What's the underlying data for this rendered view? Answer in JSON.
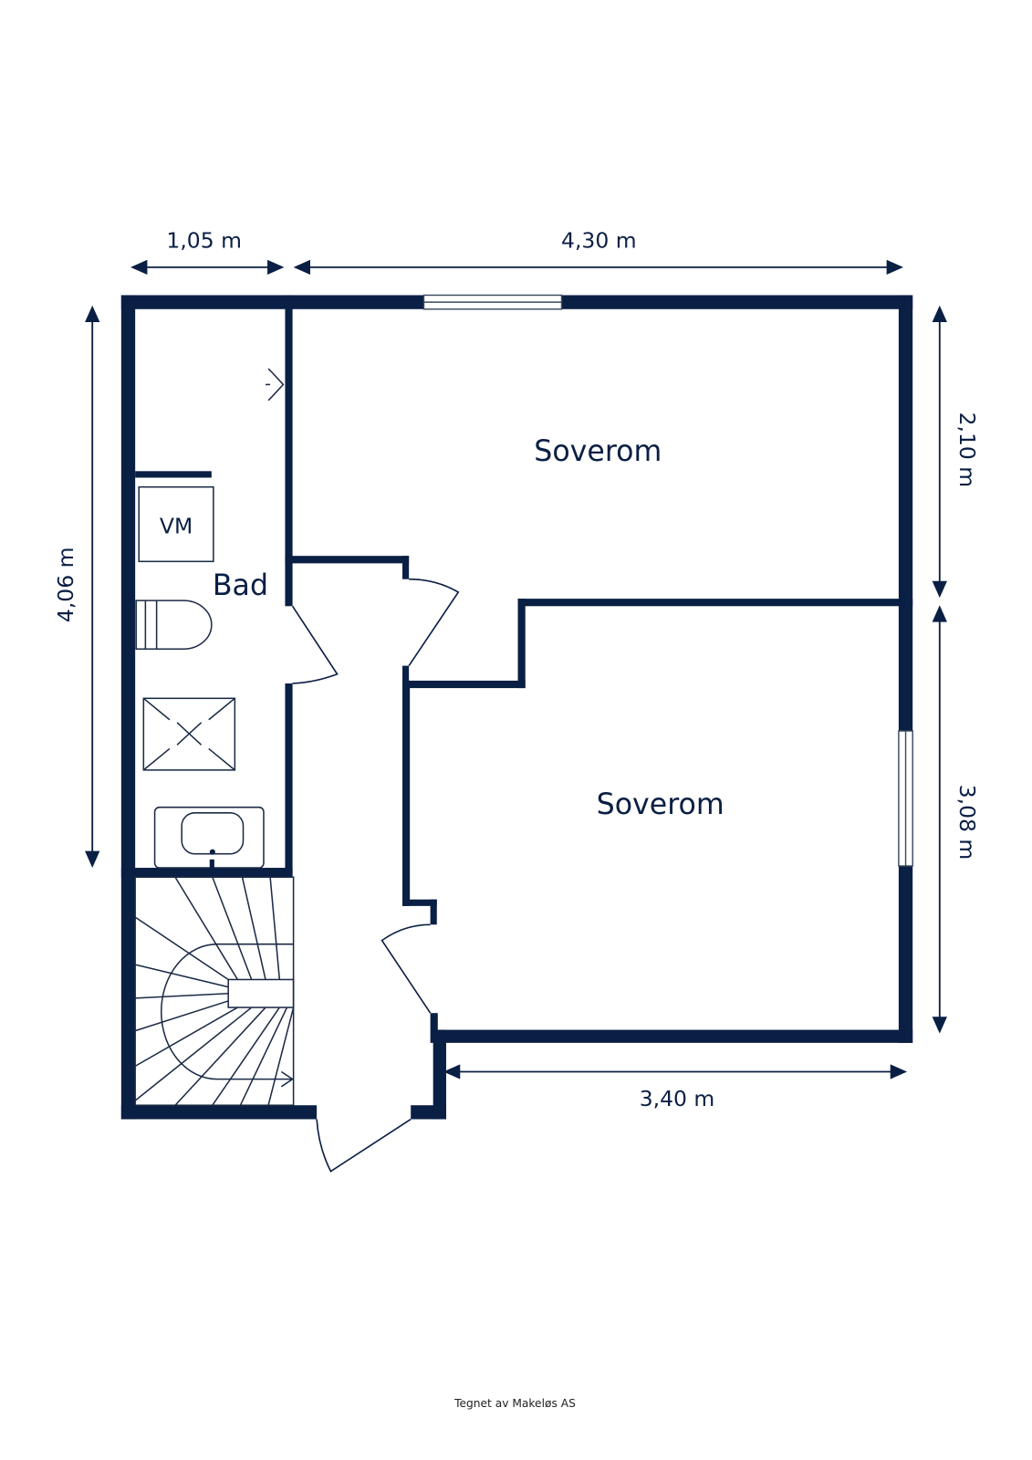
{
  "rooms": {
    "bedroom_upper": {
      "label": "Soverom"
    },
    "bedroom_lower": {
      "label": "Soverom"
    },
    "bathroom": {
      "label": "Bad"
    },
    "washing_machine": {
      "label": "VM"
    }
  },
  "dimensions": {
    "top_left": "1,05 m",
    "top_right": "4,30 m",
    "left": "4,06 m",
    "right_upper": "2,10 m",
    "right_lower": "3,08 m",
    "bottom": "3,40 m"
  },
  "footer": {
    "credit": "Tegnet av Makeløs AS"
  },
  "colors": {
    "wall": "#0a1f44",
    "background": "#ffffff"
  }
}
